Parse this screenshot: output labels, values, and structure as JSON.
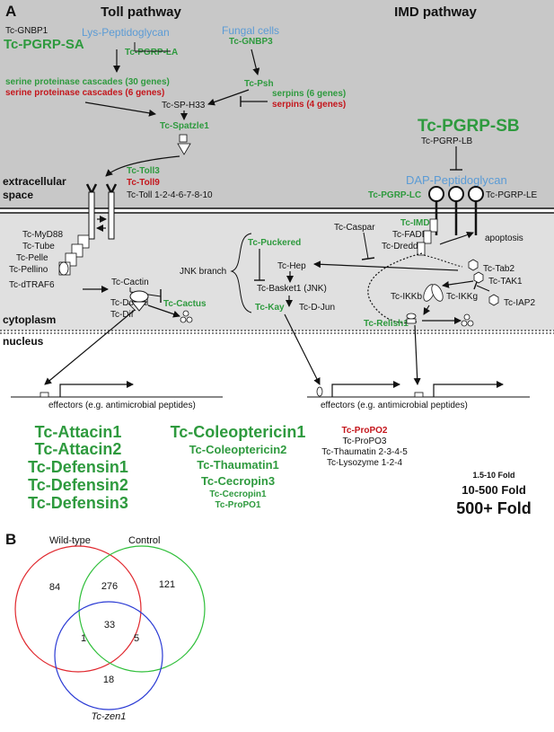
{
  "colors": {
    "green": "#2e9a3e",
    "red": "#c4161c",
    "blue": "#5b9bd5",
    "black": "#111111",
    "bg_top": "#c8c8c8",
    "bg_mid": "#e0e0e0",
    "venn_red": "#e0282e",
    "venn_green": "#2fbf3a",
    "venn_blue": "#2a3ad4"
  },
  "panel_a": {
    "label": "A",
    "toll_title": "Toll pathway",
    "imd_title": "IMD pathway",
    "regions": {
      "extracellular1": "extracellular",
      "extracellular2": "space",
      "cytoplasm": "cytoplasm",
      "nucleus": "nucleus"
    },
    "toll": {
      "gnbp1": "Tc-GNBP1",
      "pgrp_sa": "Tc-PGRP-SA",
      "lys_pg": "Lys-Peptidoglycan",
      "pgrp_la": "Tc-PGRP-LA",
      "fungal": "Fungal cells",
      "gnbp3": "Tc-GNBP3",
      "psh": "Tc-Psh",
      "spc_green": "serine proteinase cascades (30 genes)",
      "spc_red": "serine proteinase cascades (6 genes)",
      "serpins_green": "serpins (6 genes)",
      "serpins_red": "serpins (4 genes)",
      "sp_h33": "Tc-SP-H33",
      "spatzle": "Tc-Spatzle1",
      "toll3": "Tc-Toll3",
      "toll9": "Tc-Toll9",
      "toll_other": "Tc-Toll 1-2-4-6-7-8-10",
      "myd88": "Tc-MyD88",
      "tube": "Tc-Tube",
      "pelle": "Tc-Pelle",
      "pellino": "Tc-Pellino",
      "dtraf6": "Tc-dTRAF6",
      "cactin": "Tc-Cactin",
      "dorsal": "Tc-Dorsal",
      "dif": "Tc-Dif",
      "cactus": "Tc-Cactus",
      "jnk_branch": "JNK branch"
    },
    "jnk": {
      "puckered": "Tc-Puckered",
      "hep": "Tc-Hep",
      "basket": "Tc-Basket1 (JNK)",
      "kay": "Tc-Kay",
      "djun": "Tc-D-Jun"
    },
    "imd": {
      "pgrp_sb": "Tc-PGRP-SB",
      "pgrp_lb": "Tc-PGRP-LB",
      "dap_pg": "DAP-Peptidoglycan",
      "pgrp_lc": "Tc-PGRP-LC",
      "pgrp_le": "Tc-PGRP-LE",
      "caspar": "Tc-Caspar",
      "imd": "Tc-IMD",
      "fadd": "Tc-FADD",
      "dredd": "Tc-Dredd",
      "apoptosis": "apoptosis",
      "tab2": "Tc-Tab2",
      "tak1": "Tc-TAK1",
      "ikkb": "Tc-IKKb",
      "ikkg": "Tc-IKKg",
      "iap2": "Tc-IAP2",
      "relish": "Tc-Relish1"
    },
    "effectors_left": "effectors (e.g. antimicrobial peptides)",
    "effectors_right": "effectors (e.g. antimicrobial peptides)",
    "genes_col1": [
      "Tc-Attacin1",
      "Tc-Attacin2",
      "Tc-Defensin1",
      "Tc-Defensin2",
      "Tc-Defensin3"
    ],
    "genes_col2": [
      "Tc-Coleoptericin1",
      "Tc-Coleoptericin2",
      "Tc-Thaumatin1",
      "Tc-Cecropin3",
      "Tc-Cecropin1",
      "Tc-ProPO1"
    ],
    "genes_col3": [
      "Tc-ProPO2",
      "Tc-ProPO3",
      "Tc-Thaumatin 2-3-4-5",
      "Tc-Lysozyme 1-2-4"
    ],
    "fold_legend": [
      "1.5-10 Fold",
      "10-500 Fold",
      "500+ Fold"
    ]
  },
  "panel_b": {
    "label": "B",
    "sets": [
      "Wild-type",
      "Control",
      "Tc-zen1"
    ],
    "counts": {
      "wt_only": "84",
      "control_only": "121",
      "zen_only": "18",
      "wt_control": "276",
      "wt_zen": "1",
      "control_zen": "5",
      "all": "33"
    }
  }
}
